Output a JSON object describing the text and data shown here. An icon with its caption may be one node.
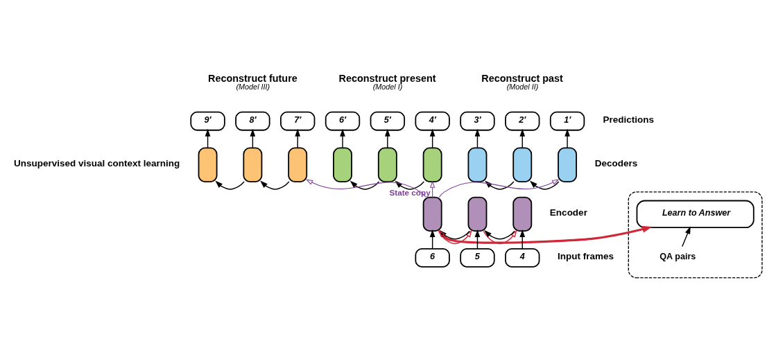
{
  "diagram": {
    "nodes": [
      {
        "text": [
          "9′"
        ]
      },
      {
        "text": [
          "8′"
        ]
      },
      {
        "text": [
          "7′"
        ]
      },
      {
        "text": [
          "6′"
        ]
      },
      {
        "text": [
          "5′"
        ]
      },
      {
        "text": [
          "4′"
        ]
      },
      {
        "text": [
          "3′"
        ]
      },
      {
        "text": [
          "2′"
        ]
      },
      {
        "text": [
          "1′"
        ]
      },
      {
        "text": [],
        "shape": "box"
      },
      {
        "text": [],
        "shape": "box"
      },
      {
        "text": [],
        "shape": "box"
      },
      {
        "text": [],
        "shape": "box"
      },
      {
        "text": [],
        "shape": "box"
      },
      {
        "text": [],
        "shape": "box"
      },
      {
        "text": [],
        "shape": "box"
      },
      {
        "text": [],
        "shape": "box"
      },
      {
        "text": [],
        "shape": "box"
      },
      {
        "text": [],
        "shape": "box"
      },
      {
        "text": [],
        "shape": "box"
      },
      {
        "text": [],
        "shape": "box"
      },
      {
        "text": [],
        "shape": "box"
      },
      {
        "text": [
          "Learn to Answer"
        ],
        "in": 21
      },
      {
        "text": [
          "QA pairs"
        ],
        "in": 21
      },
      {
        "text": [
          "6"
        ]
      },
      {
        "text": [
          "5"
        ]
      },
      {
        "text": [
          "4"
        ]
      }
    ],
    "edges": [
      {
        "from": 9,
        "to": 0,
        "arrow": "to"
      },
      {
        "from": 10,
        "to": 1,
        "arrow": "to"
      },
      {
        "from": 11,
        "to": 2,
        "arrow": "to"
      },
      {
        "from": 12,
        "to": 3,
        "arrow": "to"
      },
      {
        "from": 13,
        "to": 4,
        "arrow": "to"
      },
      {
        "from": 14,
        "to": 5,
        "arrow": "to"
      },
      {
        "from": 15,
        "to": 6,
        "arrow": "to"
      },
      {
        "from": 16,
        "to": 7,
        "arrow": "to"
      },
      {
        "from": 17,
        "to": 8,
        "arrow": "to"
      },
      {
        "from": 10,
        "to": 9,
        "arrow": "to"
      },
      {
        "from": 11,
        "to": 10,
        "arrow": "to"
      },
      {
        "from": 13,
        "to": 12,
        "arrow": "to"
      },
      {
        "from": 14,
        "to": 13,
        "arrow": "to"
      },
      {
        "from": 16,
        "to": 15,
        "arrow": "to"
      },
      {
        "from": 17,
        "to": 16,
        "arrow": "to"
      },
      {
        "from": 18,
        "to": 11,
        "arrow": "to",
        "color": "#7f3f98"
      },
      {
        "from": 18,
        "to": 14,
        "arrow": "to",
        "color": "#7f3f98",
        "label": "State copy"
      },
      {
        "from": 18,
        "to": 17,
        "arrow": "to",
        "color": "#7f3f98"
      },
      {
        "from": 19,
        "to": 18,
        "arrow": "to"
      },
      {
        "from": 20,
        "to": 19,
        "arrow": "to"
      },
      {
        "from": 18,
        "to": 22,
        "arrow": "to",
        "style": "thick",
        "color": "#d0283a"
      },
      {
        "from": 22,
        "to": 18,
        "arrow": "to",
        "style": "dashed",
        "color": "#d0283a"
      },
      {
        "from": 18,
        "to": 19,
        "arrow": "to",
        "color": "#d0283a"
      },
      {
        "from": 19,
        "to": 20,
        "arrow": "to",
        "color": "#d0283a"
      },
      {
        "from": 23,
        "to": 22,
        "arrow": "to"
      },
      {
        "from": 24,
        "to": 18,
        "arrow": "to"
      },
      {
        "from": 25,
        "to": 19,
        "arrow": "to"
      },
      {
        "from": 26,
        "to": 20,
        "arrow": "to"
      }
    ],
    "labels": [
      "Reconstruct future",
      "(Model III)",
      "Reconstruct present",
      "(Model I)",
      "Reconstruct past",
      "(Model II)",
      "Predictions",
      "Unsupervised visual context learning",
      "Decoders",
      "Encoder",
      "Input frames"
    ]
  }
}
